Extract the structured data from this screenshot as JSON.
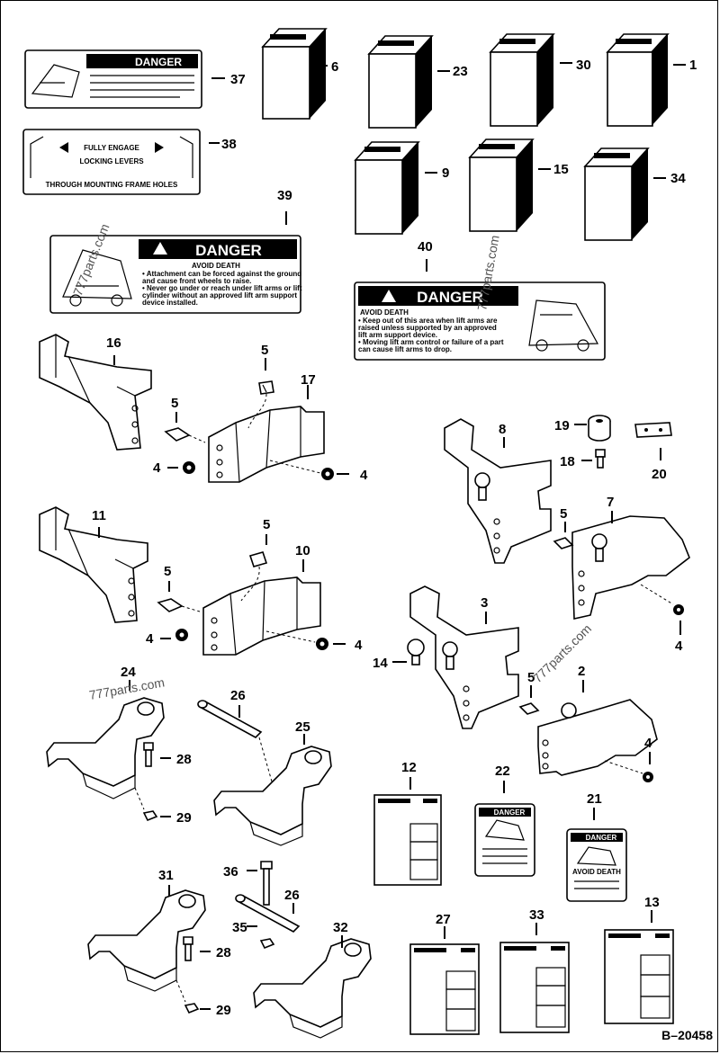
{
  "diagram_code": "B–20458",
  "watermark": "777parts.com",
  "callouts": {
    "c1": "1",
    "c2": "2",
    "c3": "3",
    "c4a": "4",
    "c4b": "4",
    "c4c": "4",
    "c4d": "4",
    "c4e": "4",
    "c5a": "5",
    "c5b": "5",
    "c5c": "5",
    "c5d": "5",
    "c5e": "5",
    "c5f": "5",
    "c6": "6",
    "c7": "7",
    "c8": "8",
    "c9": "9",
    "c10": "10",
    "c11": "11",
    "c12": "12",
    "c13": "13",
    "c14": "14",
    "c15": "15",
    "c16": "16",
    "c17": "17",
    "c18": "18",
    "c19": "19",
    "c20": "20",
    "c21": "21",
    "c22": "22",
    "c23": "23",
    "c24": "24",
    "c25": "25",
    "c26a": "26",
    "c26b": "26",
    "c27": "27",
    "c28a": "28",
    "c28b": "28",
    "c29a": "29",
    "c29b": "29",
    "c30": "30",
    "c31": "31",
    "c32": "32",
    "c33": "33",
    "c34": "34",
    "c35": "35",
    "c36": "36",
    "c37": "37",
    "c38": "38",
    "c39": "39",
    "c40": "40"
  },
  "decal39": {
    "header": "DANGER",
    "subheader": "AVOID DEATH",
    "line1": "• Attachment can be forced against the ground",
    "line2": "  and cause front wheels to raise.",
    "line3": "• Never go under or reach under lift arms or lift",
    "line4": "  cylinder without an approved lift arm support",
    "line5": "  device installed."
  },
  "decal40": {
    "header": "DANGER",
    "subheader": "AVOID DEATH",
    "line1": "• Keep out of this area when lift arms are",
    "line2": "  raised unless supported by an approved",
    "line3": "  lift arm support device.",
    "line4": "• Moving lift arm control or failure of a part",
    "line5": "  can cause lift arms to drop."
  },
  "decal37": {
    "header": "DANGER"
  },
  "decal38": {
    "top": "FULLY ENGAGE",
    "mid": "LOCKING LEVERS",
    "bottom": "THROUGH MOUNTING FRAME HOLES"
  },
  "decal22": {
    "header": "DANGER"
  },
  "decal21": {
    "header": "DANGER",
    "subheader": "AVOID DEATH"
  }
}
